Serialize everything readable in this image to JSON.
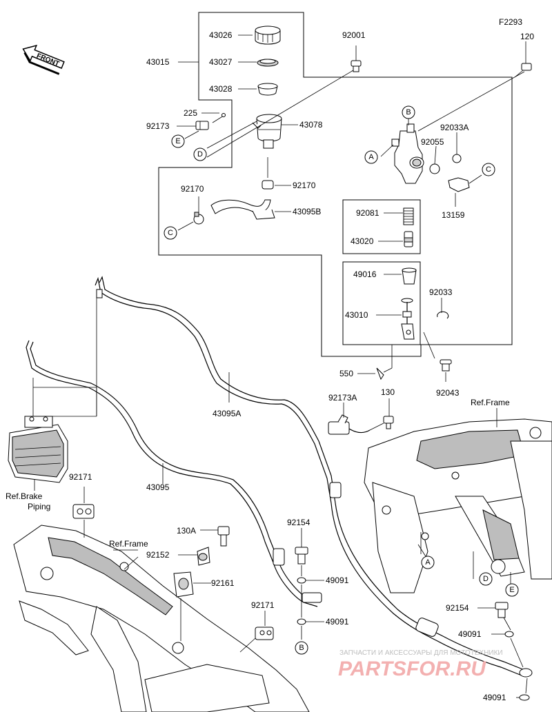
{
  "figure_code": "F2293",
  "front_label": "FRONT",
  "parts": {
    "p43026": "43026",
    "p43027": "43027",
    "p43015": "43015",
    "p43028": "43028",
    "p92001": "92001",
    "p120": "120",
    "p225": "225",
    "p92173": "92173",
    "p43078": "43078",
    "p92033A": "92033A",
    "p92055": "92055",
    "p92170a": "92170",
    "p92170b": "92170",
    "p43095B": "43095B",
    "p13159": "13159",
    "p92081": "92081",
    "p43020": "43020",
    "p49016": "49016",
    "p92033": "92033",
    "p43010": "43010",
    "p550": "550",
    "p92043": "92043",
    "p43095A": "43095A",
    "p92173A": "92173A",
    "p130": "130",
    "p92171a": "92171",
    "p43095": "43095",
    "p130A": "130A",
    "p92152": "92152",
    "p92154a": "92154",
    "p49091a": "49091",
    "p92161": "92161",
    "p92171b": "92171",
    "p49091b": "49091",
    "p92154b": "92154",
    "p49091c": "49091",
    "p49091d": "49091"
  },
  "refs": {
    "brake_piping_line1": "Ref.Brake",
    "brake_piping_line2": "Piping",
    "frame_top": "Ref.Frame",
    "frame_left": "Ref.Frame"
  },
  "callouts": {
    "A1": "A",
    "A2": "A",
    "B1": "B",
    "B2": "B",
    "C1": "C",
    "C2": "C",
    "D1": "D",
    "D2": "D",
    "E1": "E",
    "E2": "E"
  },
  "watermark": {
    "line1": "ЗАПЧАСТИ И АКСЕССУАРЫ ДЛЯ МОТОТЕХНИКИ",
    "line2": "PARTSFOR.RU"
  }
}
